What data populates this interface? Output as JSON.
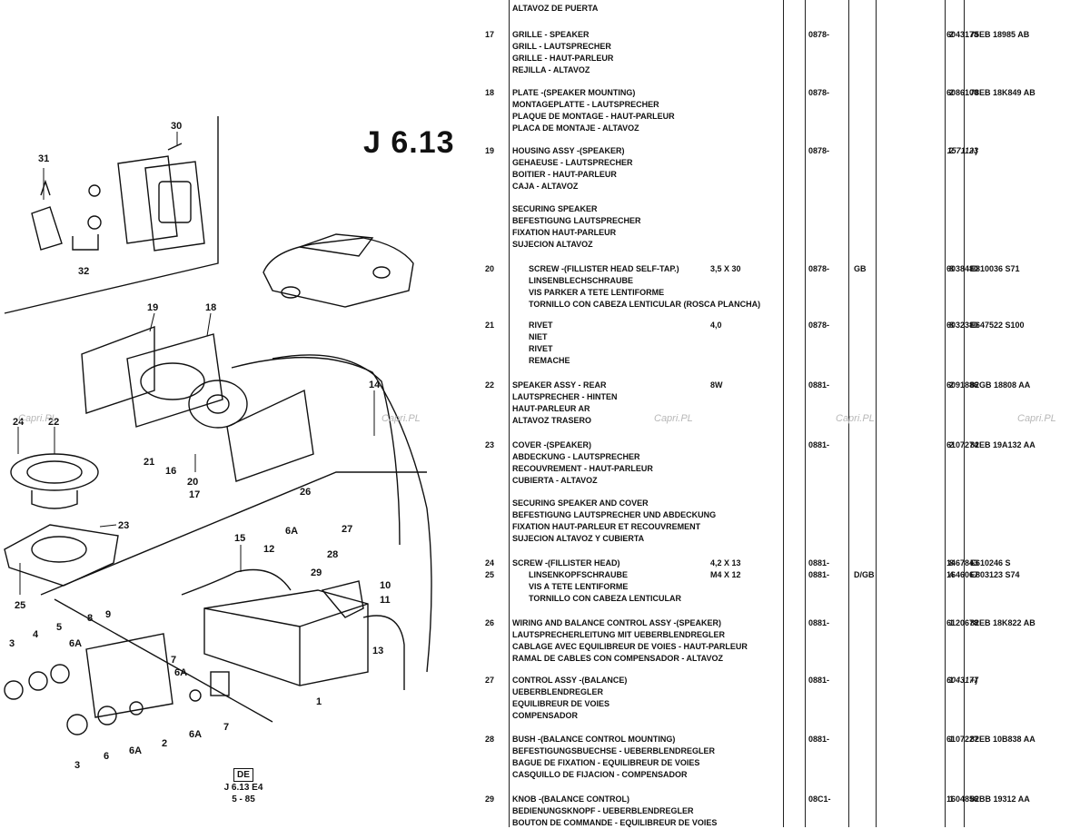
{
  "page_ref": "J 6.13",
  "footer": {
    "badge": "DE",
    "line1": "J 6.13 E4",
    "line2": "5 - 85"
  },
  "watermark": "Capri.PL",
  "callouts": {
    "c30": "30",
    "c31": "31",
    "c32": "32",
    "c19": "19",
    "c18": "18",
    "c14": "14",
    "c24": "24",
    "c22": "22",
    "c21": "21",
    "c16": "16",
    "c20": "20",
    "c17": "17",
    "c23": "23",
    "c26": "26",
    "c27": "27",
    "c6A_a": "6A",
    "c28": "28",
    "c29": "29",
    "c15": "15",
    "c12": "12",
    "c10": "10",
    "c11": "11",
    "c13": "13",
    "c25": "25",
    "c8": "8",
    "c9": "9",
    "c3a": "3",
    "c4": "4",
    "c5": "5",
    "c6A_b": "6A",
    "c7a": "7",
    "c6A_c": "6A",
    "c3b": "3",
    "c6": "6",
    "c6A_d": "6A",
    "c2": "2",
    "c6A_e": "6A",
    "c7b": "7",
    "c1": "1"
  },
  "top_line": "ALTAVOZ DE PUERTA",
  "entries": [
    {
      "num": "17",
      "lines": [
        "GRILLE - SPEAKER",
        "GRILL - LAUTSPRECHER",
        "GRILLE - HAUT-PARLEUR",
        "REJILLA - ALTAVOZ"
      ],
      "spec": "",
      "from": "0878-",
      "ver": "",
      "partno": "6043178",
      "qty": "2",
      "eng": "75EB 18985 AB"
    },
    {
      "num": "18",
      "lines": [
        "PLATE -(SPEAKER MOUNTING)",
        "MONTAGEPLATTE - LAUTSPRECHER",
        "PLAQUE DE MONTAGE - HAUT-PARLEUR",
        "PLACA DE MONTAJE - ALTAVOZ"
      ],
      "spec": "",
      "from": "0878-",
      "ver": "",
      "partno": "6086100",
      "qty": "2",
      "eng": "78EB 18K849 AB"
    },
    {
      "num": "19",
      "lines": [
        "HOUSING ASSY -(SPEAKER)",
        "GEHAEUSE - LAUTSPRECHER",
        "BOITIER - HAUT-PARLEUR",
        "CAJA - ALTAVOZ"
      ],
      "spec": "",
      "from": "0878-",
      "ver": "",
      "partno": "1571123",
      "qty": "2",
      "eng": "+)"
    },
    {
      "num": "",
      "lines": [
        "SECURING SPEAKER",
        "BEFESTIGUNG LAUTSPRECHER",
        "FIXATION HAUT-PARLEUR",
        "SUJECION ALTAVOZ"
      ],
      "spec": "",
      "from": "",
      "ver": "",
      "partno": "",
      "qty": "",
      "eng": ""
    },
    {
      "num": "20",
      "lines": [
        "SCREW -(FILLISTER HEAD SELF-TAP.)",
        "LINSENBLECHSCHRAUBE",
        "VIS PARKER A TETE LENTIFORME",
        "TORNILLO CON CABEZA LENTICULAR (ROSCA PLANCHA)"
      ],
      "spec": "3,5 X 30",
      "from": "0878-",
      "ver": "GB",
      "partno": "6038480",
      "qty": "8",
      "eng": "E810036 S71"
    },
    {
      "num": "21",
      "lines": [
        "RIVET",
        "NIET",
        "RIVET",
        "REMACHE"
      ],
      "spec": "4,0",
      "from": "0878-",
      "ver": "",
      "partno": "6032380",
      "qty": "8",
      "eng": "E647522 S100"
    },
    {
      "num": "22",
      "lines": [
        "SPEAKER ASSY - REAR",
        "LAUTSPRECHER - HINTEN",
        "HAUT-PARLEUR AR",
        "ALTAVOZ TRASERO"
      ],
      "spec": "8W",
      "from": "0881-",
      "ver": "",
      "partno": "6091886",
      "qty": "2",
      "eng": "82GB 18808 AA"
    },
    {
      "num": "23",
      "lines": [
        "COVER -(SPEAKER)",
        "ABDECKUNG - LAUTSPRECHER",
        "RECOUVREMENT - HAUT-PARLEUR",
        "CUBIERTA - ALTAVOZ"
      ],
      "spec": "",
      "from": "0881-",
      "ver": "",
      "partno": "6107274",
      "qty": "2",
      "eng": "82EB 19A132 AA"
    },
    {
      "num": "",
      "lines": [
        "SECURING SPEAKER AND COVER",
        "BEFESTIGUNG LAUTSPRECHER UND ABDECKUNG",
        "FIXATION HAUT-PARLEUR ET RECOUVREMENT",
        "SUJECION ALTAVOZ Y CUBIERTA"
      ],
      "spec": "",
      "from": "",
      "ver": "",
      "partno": "",
      "qty": "",
      "eng": ""
    },
    {
      "num": "24",
      "lines": [
        "SCREW -(FILLISTER HEAD)"
      ],
      "spec": "4,2 X 13",
      "from": "0881-",
      "ver": "",
      "partno": "1467843",
      "qty": "8",
      "eng": "E610246 S"
    },
    {
      "num": "25",
      "lines": [
        "LINSENKOPFSCHRAUBE",
        "VIS A TETE LENTIFORME",
        "TORNILLO CON CABEZA LENTICULAR"
      ],
      "spec": "M4 X 12",
      "from": "0881-",
      "ver": "D/GB",
      "partno": "1646067",
      "qty": "4",
      "eng": "E803123 S74"
    },
    {
      "num": "26",
      "lines": [
        "WIRING AND BALANCE CONTROL ASSY -(SPEAKER)",
        "LAUTSPRECHERLEITUNG MIT UEBERBLENDREGLER",
        "CABLAGE AVEC EQUILIBREUR DE VOIES - HAUT-PARLEUR",
        "RAMAL DE CABLES CON COMPENSADOR - ALTAVOZ"
      ],
      "spec": "",
      "from": "0881-",
      "ver": "",
      "partno": "6120678",
      "qty": "1",
      "eng": "82EB 18K822 AB"
    },
    {
      "num": "27",
      "lines": [
        "CONTROL ASSY -(BALANCE)",
        "UEBERBLENDREGLER",
        "EQUILIBREUR DE VOIES",
        "COMPENSADOR"
      ],
      "spec": "",
      "from": "0881-",
      "ver": "",
      "partno": "6043177",
      "qty": "1",
      "eng": "+)"
    },
    {
      "num": "28",
      "lines": [
        "BUSH -(BALANCE CONTROL MOUNTING)",
        "BEFESTIGUNGSBUECHSE - UEBERBLENDREGLER",
        "BAGUE DE FIXATION - EQUILIBREUR DE VOIES",
        "CASQUILLO DE FIJACION - COMPENSADOR"
      ],
      "spec": "",
      "from": "0881-",
      "ver": "",
      "partno": "6107227",
      "qty": "1",
      "eng": "82EB 10B838 AA"
    },
    {
      "num": "29",
      "lines": [
        "KNOB -(BALANCE CONTROL)",
        "BEDIENUNGSKNOPF - UEBERBLENDREGLER",
        "BOUTON DE COMMANDE - EQUILIBREUR DE VOIES"
      ],
      "spec": "",
      "from": "08C1-",
      "ver": "",
      "partno": "1604856",
      "qty": "1",
      "eng": "82BB 19312 AA"
    }
  ]
}
